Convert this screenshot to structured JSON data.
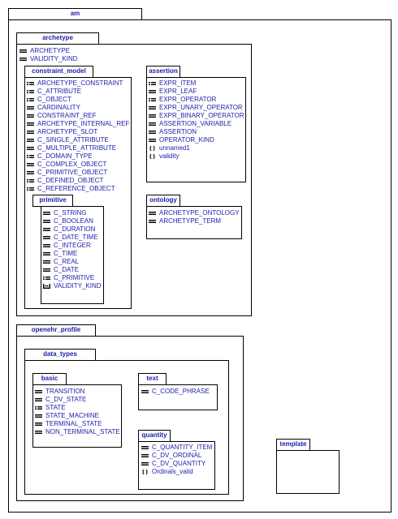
{
  "packages": {
    "am": "am",
    "archetype": {
      "label": "archetype",
      "items": [
        {
          "icon": "class-icon",
          "label": "ARCHETYPE"
        },
        {
          "icon": "class-icon",
          "label": "VALIDITY_KIND"
        }
      ]
    },
    "constraint_model": {
      "label": "constraint_model",
      "items": [
        {
          "icon": "abstract-class-icon",
          "label": "ARCHETYPE_CONSTRAINT"
        },
        {
          "icon": "abstract-class-icon",
          "label": "C_ATTRIBUTE"
        },
        {
          "icon": "abstract-class-icon",
          "label": "C_OBJECT"
        },
        {
          "icon": "class-icon",
          "label": "CARDINALITY"
        },
        {
          "icon": "class-icon",
          "label": "CONSTRAINT_REF"
        },
        {
          "icon": "class-icon",
          "label": "ARCHETYPE_INTERNAL_REF"
        },
        {
          "icon": "class-icon",
          "label": "ARCHETYPE_SLOT"
        },
        {
          "icon": "class-icon",
          "label": "C_SINGLE_ATTRIBUTE"
        },
        {
          "icon": "class-icon",
          "label": "C_MULTIPLE_ATTRIBUTE"
        },
        {
          "icon": "abstract-class-icon",
          "label": "C_DOMAIN_TYPE"
        },
        {
          "icon": "class-icon",
          "label": "C_COMPLEX_OBJECT"
        },
        {
          "icon": "class-icon",
          "label": "C_PRIMITIVE_OBJECT"
        },
        {
          "icon": "abstract-class-icon",
          "label": "C_DEFINED_OBJECT"
        },
        {
          "icon": "abstract-class-icon",
          "label": "C_REFERENCE_OBJECT"
        }
      ]
    },
    "primitive": {
      "label": "primitive",
      "items": [
        {
          "icon": "class-icon",
          "label": "C_STRING"
        },
        {
          "icon": "class-icon",
          "label": "C_BOOLEAN"
        },
        {
          "icon": "class-icon",
          "label": "C_DURATION"
        },
        {
          "icon": "class-icon",
          "label": "C_DATE_TIME"
        },
        {
          "icon": "class-icon",
          "label": "C_INTEGER"
        },
        {
          "icon": "class-icon",
          "label": "C_TIME"
        },
        {
          "icon": "class-icon",
          "label": "C_REAL"
        },
        {
          "icon": "class-icon",
          "label": "C_DATE"
        },
        {
          "icon": "abstract-class-icon",
          "label": "C_PRIMITIVE"
        },
        {
          "icon": "enumeration-icon",
          "label": "VALIDITY_KIND"
        }
      ]
    },
    "assertion": {
      "label": "assertion",
      "items": [
        {
          "icon": "abstract-class-icon",
          "label": "EXPR_ITEM"
        },
        {
          "icon": "class-icon",
          "label": "EXPR_LEAF"
        },
        {
          "icon": "abstract-class-icon",
          "label": "EXPR_OPERATOR"
        },
        {
          "icon": "class-icon",
          "label": "EXPR_UNARY_OPERATOR"
        },
        {
          "icon": "class-icon",
          "label": "EXPR_BINARY_OPERATOR"
        },
        {
          "icon": "class-icon",
          "label": "ASSERTION_VARIABLE"
        },
        {
          "icon": "class-icon",
          "label": "ASSERTION"
        },
        {
          "icon": "class-icon",
          "label": "OPERATOR_KIND"
        },
        {
          "icon": "constraint-icon",
          "label": "unnamed1"
        },
        {
          "icon": "constraint-icon",
          "label": "validity"
        }
      ]
    },
    "ontology": {
      "label": "ontology",
      "items": [
        {
          "icon": "class-icon",
          "label": "ARCHETYPE_ONTOLOGY"
        },
        {
          "icon": "class-icon",
          "label": "ARCHETYPE_TERM"
        }
      ]
    },
    "openehr_profile": {
      "label": "openehr_profile"
    },
    "data_types": {
      "label": "data_types"
    },
    "basic": {
      "label": "basic",
      "items": [
        {
          "icon": "class-icon",
          "label": "TRANSITION"
        },
        {
          "icon": "class-icon",
          "label": "C_DV_STATE"
        },
        {
          "icon": "abstract-class-icon",
          "label": "STATE"
        },
        {
          "icon": "class-icon",
          "label": "STATE_MACHINE"
        },
        {
          "icon": "class-icon",
          "label": "TERMINAL_STATE"
        },
        {
          "icon": "class-icon",
          "label": "NON_TERMINAL_STATE"
        }
      ]
    },
    "text": {
      "label": "text",
      "items": [
        {
          "icon": "class-icon",
          "label": "C_CODE_PHRASE"
        }
      ]
    },
    "quantity": {
      "label": "quantity",
      "items": [
        {
          "icon": "class-icon",
          "label": "C_QUANTITY_ITEM"
        },
        {
          "icon": "class-icon",
          "label": "C_DV_ORDINAL"
        },
        {
          "icon": "class-icon",
          "label": "C_DV_QUANTITY"
        },
        {
          "icon": "constraint-icon",
          "label": "Ordinals_valid"
        }
      ]
    },
    "template": {
      "label": "template"
    }
  }
}
